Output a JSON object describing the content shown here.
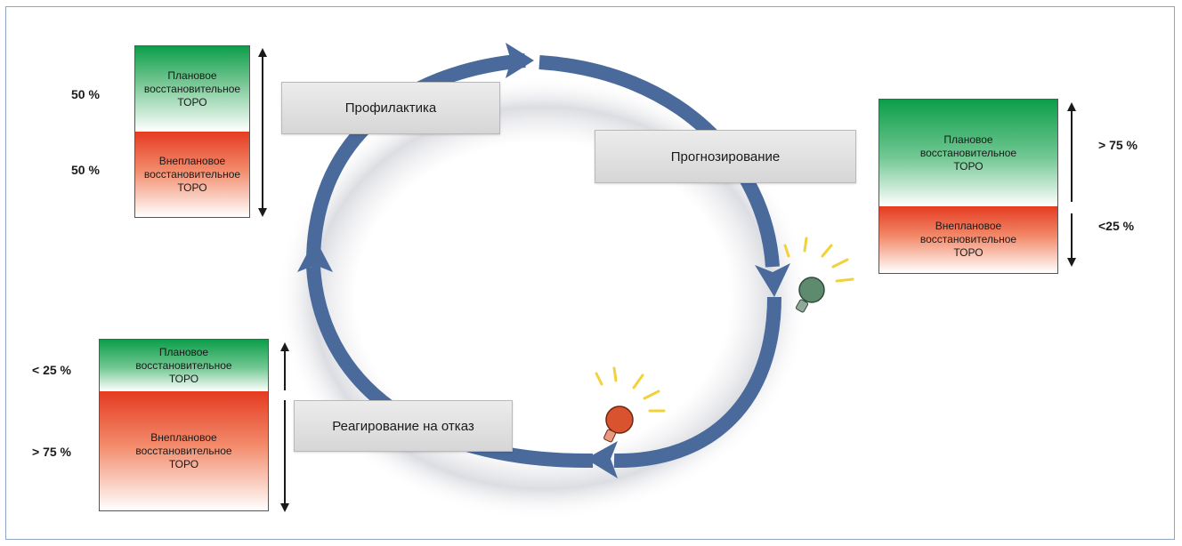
{
  "cycle_labels": {
    "prevention": "Профилактика",
    "prediction": "Прогнозирование",
    "failure_response": "Реагирование на отказ"
  },
  "bar_top_left": {
    "planned": "Плановое\nвосстановительное\nТОРО",
    "unplanned": "Внеплановое\nвосстановительное\nТОРО",
    "planned_pct": "50 %",
    "unplanned_pct": "50 %"
  },
  "bar_right": {
    "planned": "Плановое\nвосстановительное\nТОРО",
    "unplanned": "Внеплановое\nвосстановительное\nТОРО",
    "planned_pct": "> 75 %",
    "unplanned_pct": "<25 %"
  },
  "bar_bottom_left": {
    "planned": "Плановое\nвосстановительное\nТОРО",
    "unplanned": "Внеплановое\nвосстановительное\nТОРО",
    "planned_pct": "< 25 %",
    "unplanned_pct": "> 75 %"
  },
  "colors": {
    "cycle_arrow": "#4a6a9c",
    "planned": "#0c9e4a",
    "unplanned": "#e53b21",
    "bulb_green": "#5e8a6e",
    "bulb_red": "#d9542e",
    "rays": "#f2d23a"
  }
}
